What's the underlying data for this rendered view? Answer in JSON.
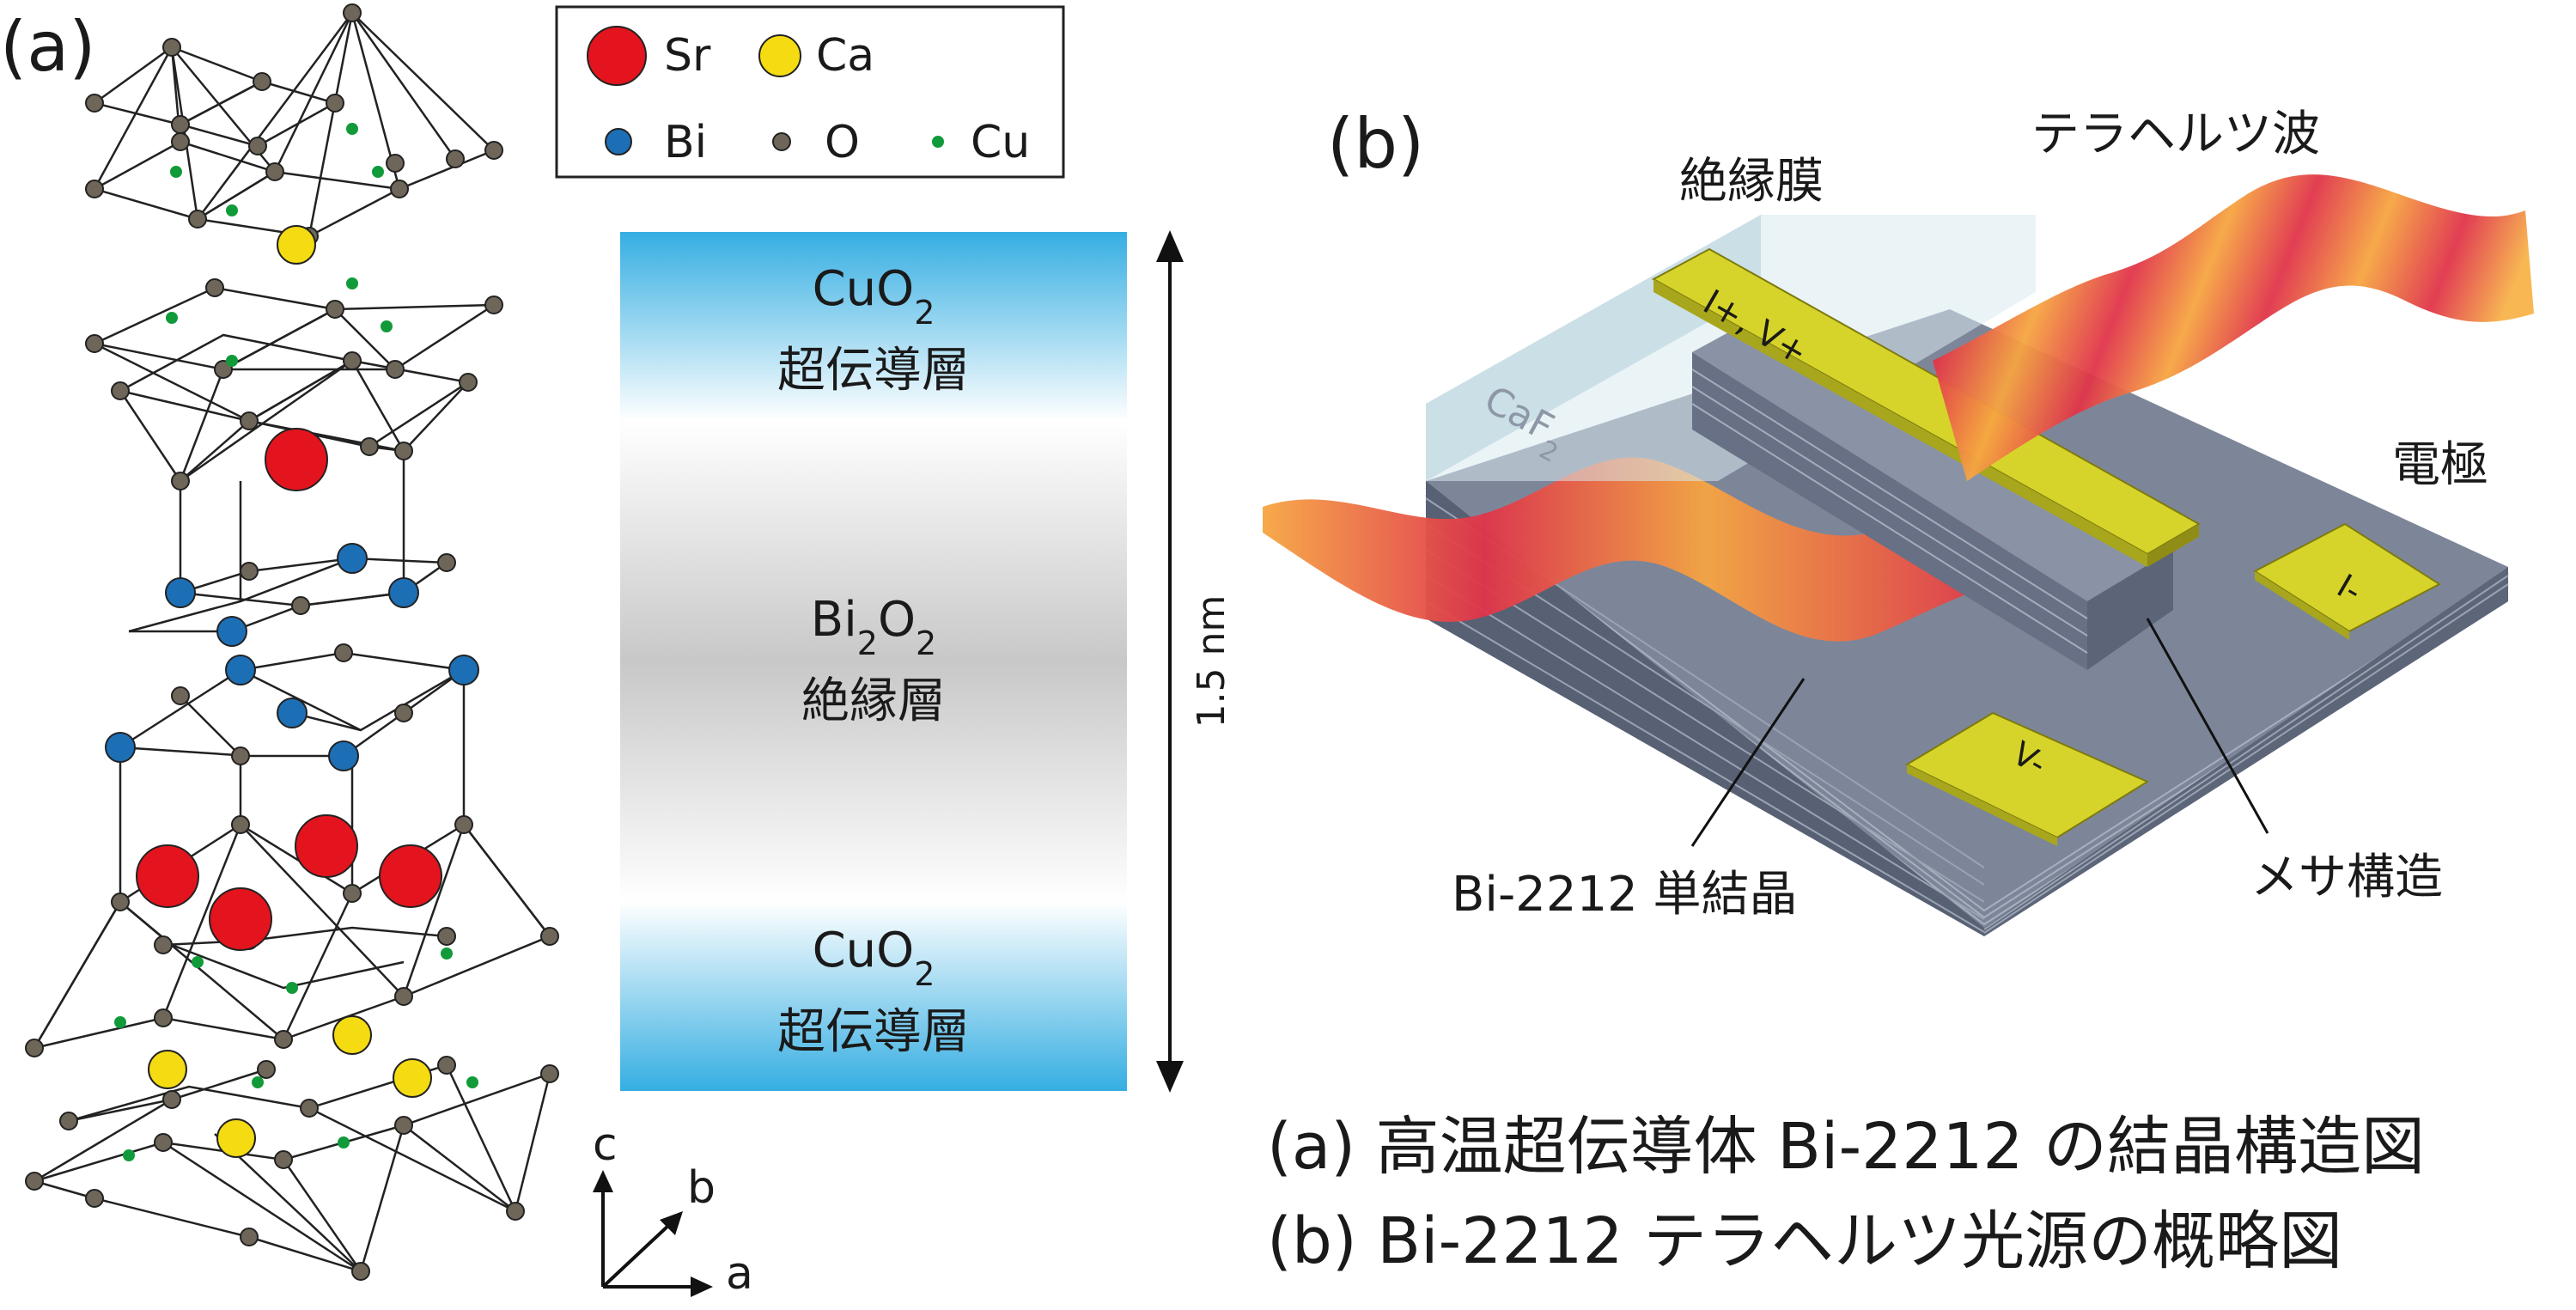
{
  "panel_a": {
    "label": "(a)",
    "legend": {
      "items": [
        {
          "symbol": "Sr",
          "color": "#e3141e"
        },
        {
          "symbol": "Ca",
          "color": "#f5dc12"
        },
        {
          "symbol": "Bi",
          "color": "#1d6fb5"
        },
        {
          "symbol": "O",
          "color": "#6e6659"
        },
        {
          "symbol": "Cu",
          "color": "#119a3a"
        }
      ]
    },
    "layers": [
      {
        "formula_base": "CuO",
        "formula_sub": "2",
        "formula_suffix": "",
        "name": "超伝導層"
      },
      {
        "formula_base": "Bi",
        "formula_sub": "2",
        "formula_suffix": "O",
        "formula_sub2": "2",
        "name": "絶縁層"
      },
      {
        "formula_base": "CuO",
        "formula_sub": "2",
        "formula_suffix": "",
        "name": "超伝導層"
      }
    ],
    "scale_label": "1.5 nm",
    "axes": {
      "c": "c",
      "b": "b",
      "a": "a"
    }
  },
  "panel_b": {
    "label": "(b)",
    "insulating_film": "絶縁膜",
    "caf2_base": "CaF",
    "caf2_sub": "2",
    "terahertz_wave": "テラヘルツ波",
    "electrode": "電極",
    "crystal": "Bi-2212 単結晶",
    "mesa": "メサ構造",
    "pad_top": "I+, V+",
    "pad_i_minus": "I-",
    "pad_v_minus": "V-"
  },
  "caption": {
    "line1": "(a) 高温超伝導体 Bi-2212 の結晶構造図",
    "line2": "(b) Bi-2212 テラヘルツ光源の概略図"
  }
}
